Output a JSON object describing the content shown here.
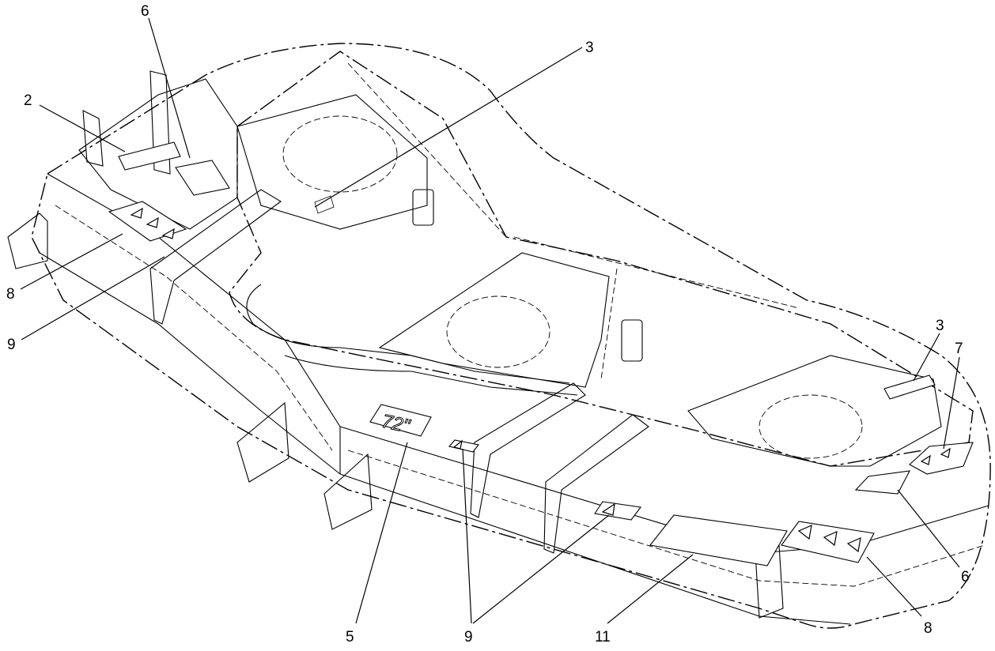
{
  "diagram": {
    "callouts": {
      "c2": "2",
      "c6a": "6",
      "c3a": "3",
      "c8a": "8",
      "c9a": "9",
      "c3b": "3",
      "c7": "7",
      "c5": "5",
      "c9b": "9",
      "c11": "11",
      "c8b": "8",
      "c6b": "6"
    },
    "decal_72_text": "72\""
  }
}
